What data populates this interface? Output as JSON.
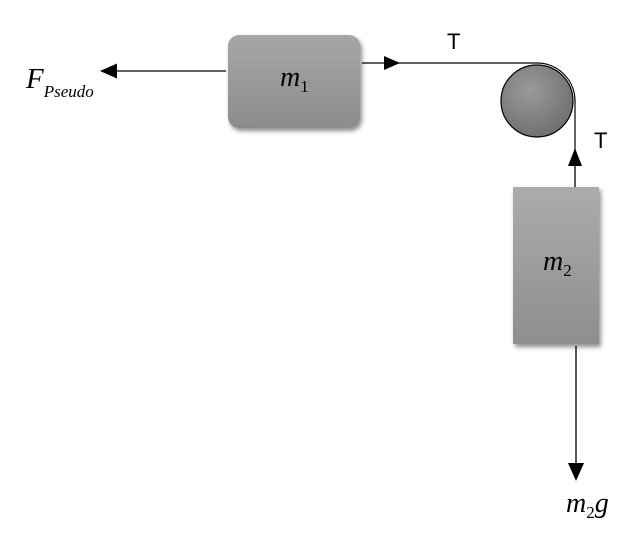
{
  "labels": {
    "force_main": "F",
    "force_sub": "Pseudo",
    "tension_horizontal": "T",
    "tension_vertical": "T",
    "block1_main": "m",
    "block1_sub": "1",
    "block2_main": "m",
    "block2_sub": "2",
    "weight_main": "m",
    "weight_sub": "2",
    "weight_suffix": "g"
  },
  "colors": {
    "block_fill": "#999999",
    "pulley_fill": "#7f7f7f",
    "line": "#000000",
    "background": "#ffffff"
  }
}
